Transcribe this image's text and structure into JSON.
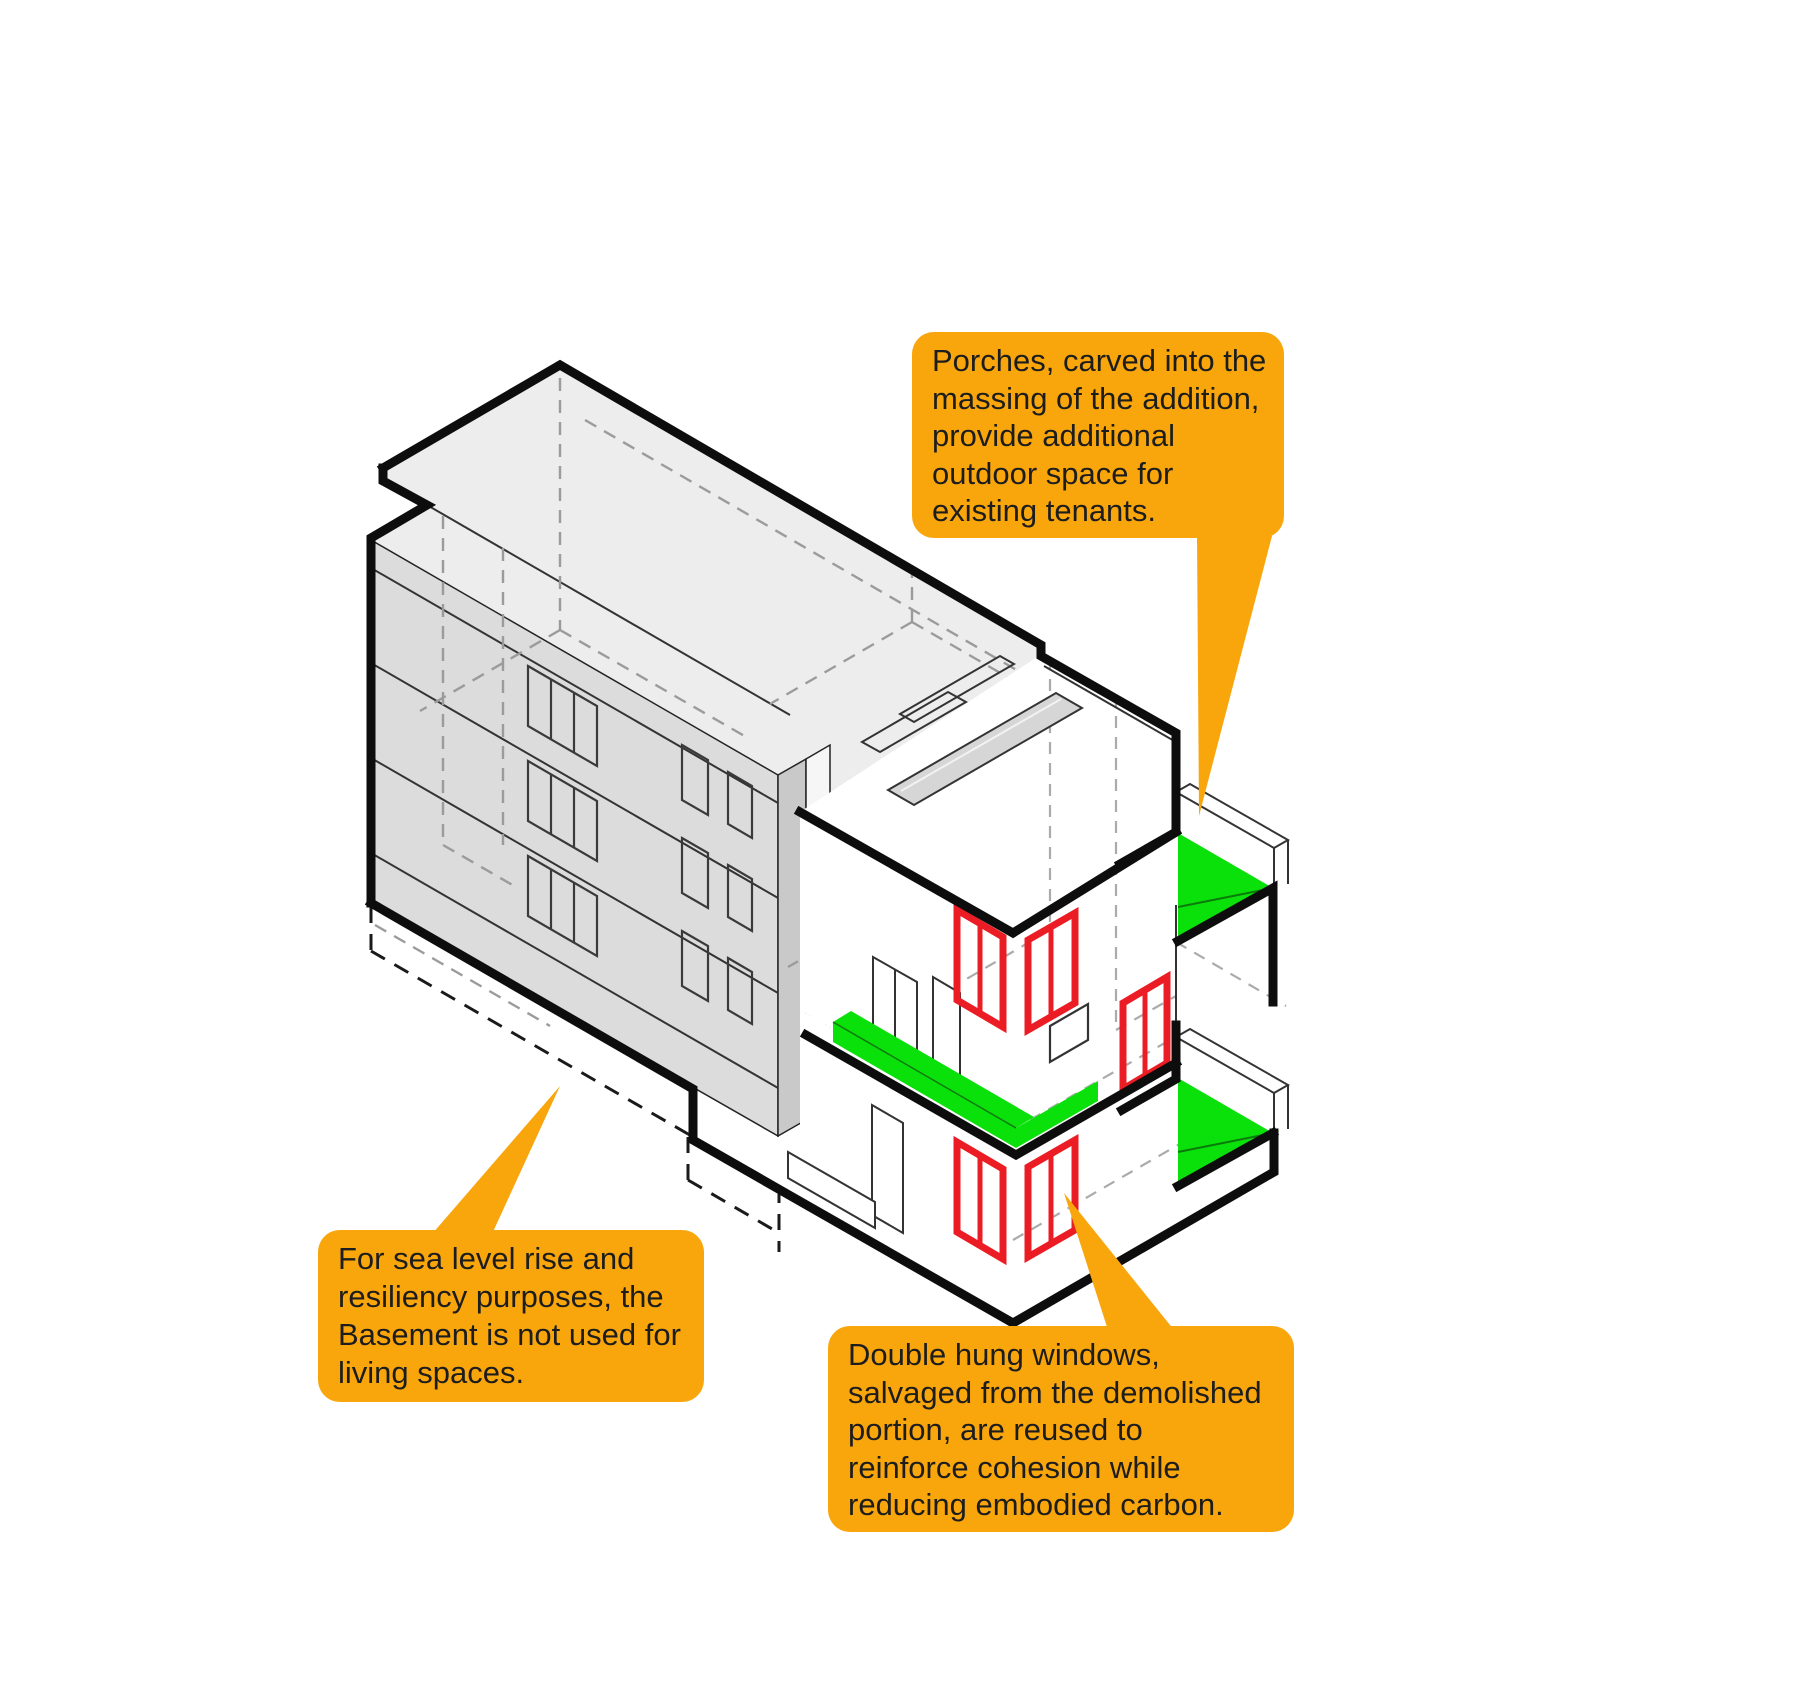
{
  "diagram": {
    "type": "architectural-axonometric-annotation",
    "callouts": {
      "porches": {
        "lines": [
          "Porches, carved into the",
          "massing of the addition,",
          "provide additional",
          "outdoor space for",
          "existing tenants."
        ]
      },
      "basement": {
        "lines": [
          "For sea level rise and",
          "resiliency purposes, the",
          "Basement is not used for",
          "living spaces."
        ]
      },
      "windows": {
        "lines": [
          "Double hung windows,",
          "salvaged from the demolished",
          "portion, are reused to",
          "reinforce cohesion while",
          "reducing embodied carbon."
        ]
      }
    },
    "colors": {
      "callout_orange": "#F9A60D",
      "porch_green": "#0AE00A",
      "window_red": "#EC1C24",
      "existing_facade_gray": "#DCDCDC",
      "existing_roof_gray": "#EDEDED",
      "end_wall_gray": "#C9C9C9",
      "outline_black": "#0D0D0D",
      "hidden_line_gray": "#9B9B9B",
      "text_color": "#1D1D1D"
    }
  }
}
